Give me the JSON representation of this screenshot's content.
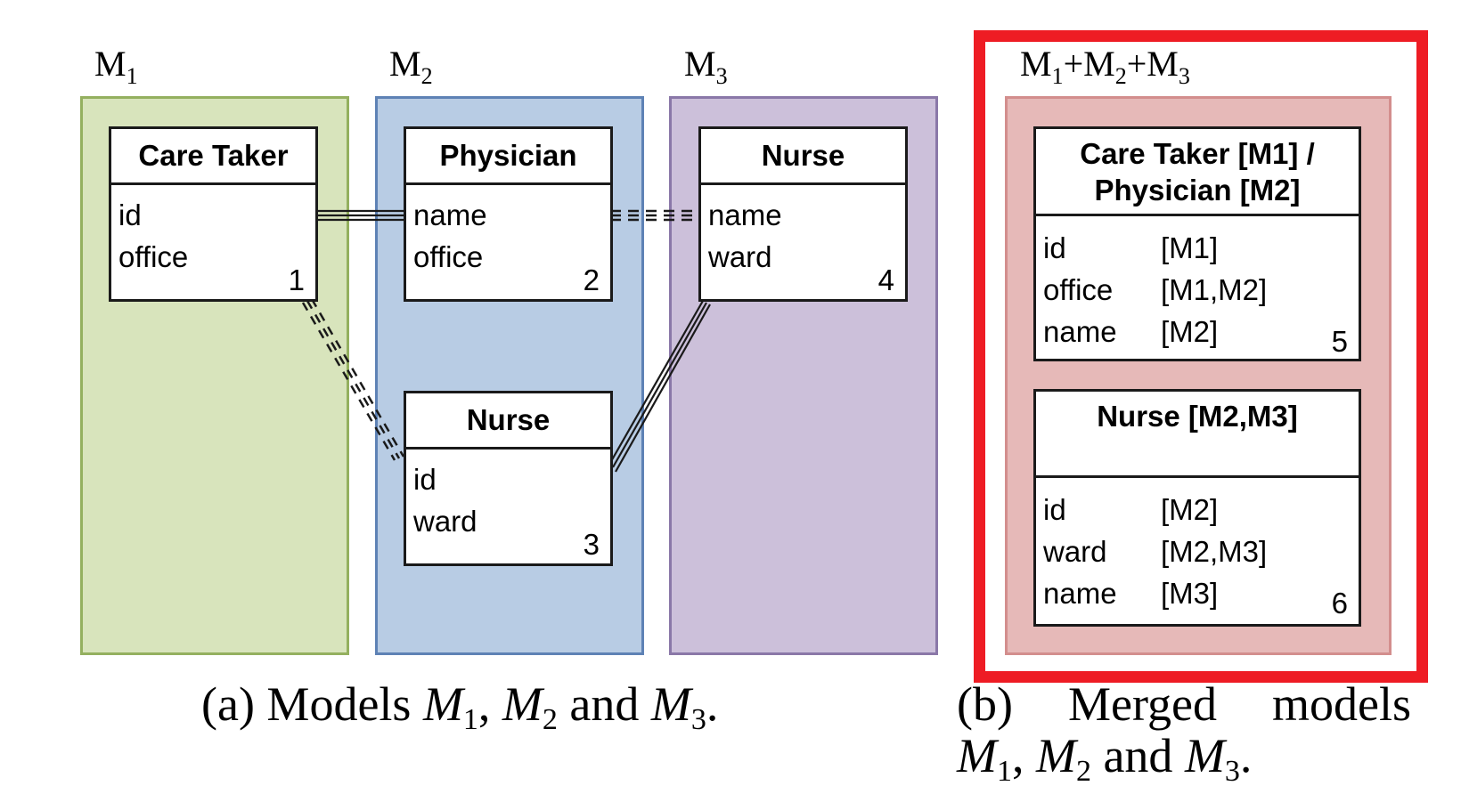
{
  "models": {
    "m1": {
      "label": "M",
      "sub": "1"
    },
    "m2": {
      "label": "M",
      "sub": "2"
    },
    "m3": {
      "label": "M",
      "sub": "3"
    },
    "merged": {
      "l1": "M",
      "s1": "1",
      "plus1": "+M",
      "s2": "2",
      "plus2": "+M",
      "s3": "3"
    }
  },
  "entities": {
    "care_taker": {
      "title": "Care Taker",
      "attrs": [
        "id",
        "office"
      ],
      "num": "1"
    },
    "physician": {
      "title": "Physician",
      "attrs": [
        "name",
        "office"
      ],
      "num": "2"
    },
    "nurse_m2": {
      "title": "Nurse",
      "attrs": [
        "id",
        "ward"
      ],
      "num": "3"
    },
    "nurse_m3": {
      "title": "Nurse",
      "attrs": [
        "name",
        "ward"
      ],
      "num": "4"
    },
    "merged_care": {
      "title_line1": "Care Taker [M1] /",
      "title_line2": "Physician [M2]",
      "rows": [
        {
          "k": "id",
          "v": "[M1]"
        },
        {
          "k": "office",
          "v": "[M1,M2]"
        },
        {
          "k": "name",
          "v": "[M2]"
        }
      ],
      "num": "5"
    },
    "merged_nurse": {
      "title": "Nurse [M2,M3]",
      "rows": [
        {
          "k": "id",
          "v": "[M2]"
        },
        {
          "k": "ward",
          "v": "[M2,M3]"
        },
        {
          "k": "name",
          "v": "[M3]"
        }
      ],
      "num": "6"
    }
  },
  "captions": {
    "a": {
      "prefix": "(a) Models ",
      "m1": "M",
      "s1": "1",
      "sep1": ", ",
      "m2": "M",
      "s2": "2",
      "and": " and ",
      "m3": "M",
      "s3": "3",
      "end": "."
    },
    "b": {
      "line1_a": "(b)",
      "line1_b": "Merged",
      "line1_c": "models",
      "m1": "M",
      "s1": "1",
      "sep1": ", ",
      "m2": "M",
      "s2": "2",
      "and": " and ",
      "m3": "M",
      "s3": "3",
      "end": "."
    }
  },
  "colors": {
    "m1_fill": "#d8e4bc",
    "m2_fill": "#b8cce4",
    "m3_fill": "#ccc0da",
    "merged_fill": "#e6b9b8",
    "highlight": "#ee1c24"
  }
}
